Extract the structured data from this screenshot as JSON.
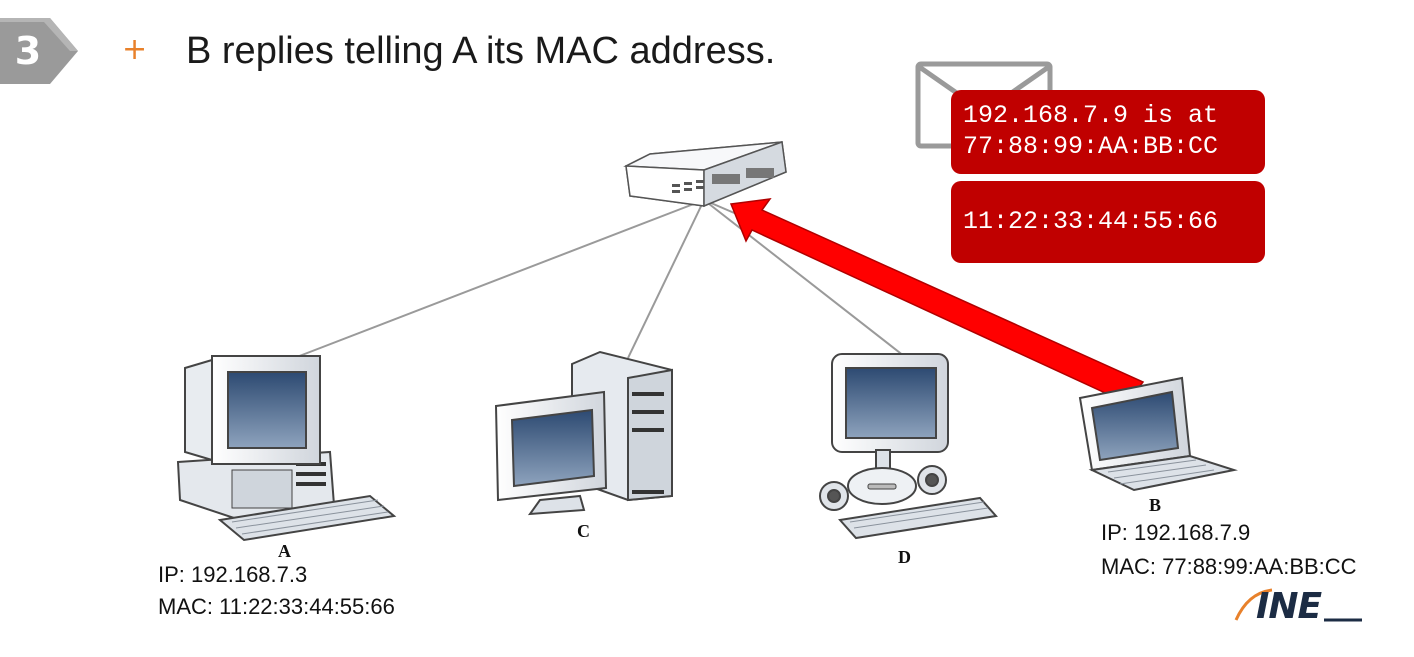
{
  "slide": {
    "step_number": "3",
    "bullet": "+",
    "heading": "B replies telling A its MAC address."
  },
  "packet": {
    "arp_reply": "192.168.7.9 is at\n77:88:99:AA:BB:CC",
    "target_mac": "11:22:33:44:55:66"
  },
  "nodes": {
    "a": {
      "label": "A",
      "ip": "IP: 192.168.7.3",
      "mac": "MAC: 11:22:33:44:55:66"
    },
    "b": {
      "label": "B",
      "ip": "IP: 192.168.7.9",
      "mac": "MAC: 77:88:99:AA:BB:CC"
    },
    "c": {
      "label": "C"
    },
    "d": {
      "label": "D"
    }
  },
  "logo": {
    "text": "INE",
    "accent_color": "#e8812b"
  },
  "colors": {
    "badge": "#9a9a9a",
    "packet_red": "#c00000",
    "arrow_red": "#ff0000",
    "link_gray": "#9a9a9a"
  }
}
